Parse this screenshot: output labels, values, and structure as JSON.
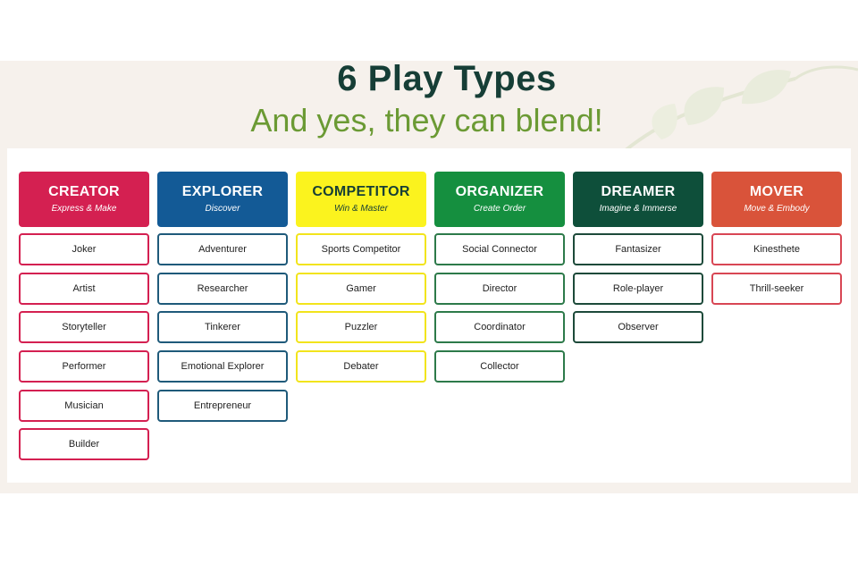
{
  "title": "6 Play Types",
  "subtitle": "And yes, they can blend!",
  "columns": [
    {
      "name": "CREATOR",
      "tagline": "Express & Make",
      "color": "#d42051",
      "text_color": "#ffffff",
      "border_color": "#d42051",
      "items": [
        "Joker",
        "Artist",
        "Storyteller",
        "Performer",
        "Musician",
        "Builder"
      ]
    },
    {
      "name": "EXPLORER",
      "tagline": "Discover",
      "color": "#135a96",
      "text_color": "#ffffff",
      "border_color": "#1f5a7a",
      "items": [
        "Adventurer",
        "Researcher",
        "Tinkerer",
        "Emotional Explorer",
        "Entrepreneur"
      ]
    },
    {
      "name": "COMPETITOR",
      "tagline": "Win & Master",
      "color": "#fbf31e",
      "text_color": "#163e36",
      "border_color": "#f2e41c",
      "items": [
        "Sports Competitor",
        "Gamer",
        "Puzzler",
        "Debater"
      ]
    },
    {
      "name": "ORGANIZER",
      "tagline": "Create Order",
      "color": "#158f3f",
      "text_color": "#ffffff",
      "border_color": "#2d7a4a",
      "items": [
        "Social Connector",
        "Director",
        "Coordinator",
        "Collector"
      ]
    },
    {
      "name": "DREAMER",
      "tagline": "Imagine & Immerse",
      "color": "#0e4f3a",
      "text_color": "#ffffff",
      "border_color": "#1d4a3a",
      "items": [
        "Fantasizer",
        "Role-player",
        "Observer"
      ]
    },
    {
      "name": "MOVER",
      "tagline": "Move & Embody",
      "color": "#d9533a",
      "text_color": "#ffffff",
      "border_color": "#d84654",
      "items": [
        "Kinesthete",
        "Thrill-seeker"
      ]
    }
  ]
}
